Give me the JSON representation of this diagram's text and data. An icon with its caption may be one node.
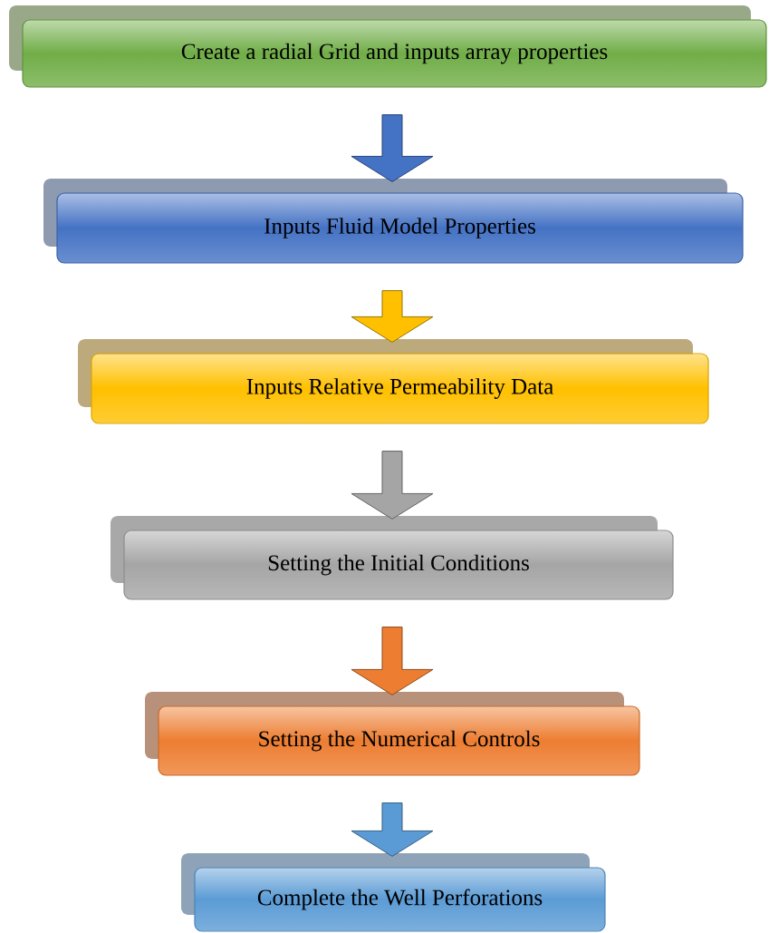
{
  "diagram": {
    "nodes": [
      {
        "text": [
          "Create a radial Grid and inputs array properties"
        ]
      },
      {
        "text": [
          "Inputs Fluid Model Properties"
        ]
      },
      {
        "text": [
          "Inputs Relative Permeability Data"
        ]
      },
      {
        "text": [
          "Setting the Initial Conditions"
        ]
      },
      {
        "text": [
          "Setting the Numerical Controls"
        ]
      },
      {
        "text": [
          "Complete the Well Perforations"
        ]
      }
    ],
    "edges": [
      {
        "from": 0,
        "to": 1,
        "arrow": "to",
        "color": "#4472c4"
      },
      {
        "from": 1,
        "to": 2,
        "arrow": "to",
        "color": "#ffc000"
      },
      {
        "from": 2,
        "to": 3,
        "arrow": "to",
        "color": "#a5a5a5"
      },
      {
        "from": 3,
        "to": 4,
        "arrow": "to",
        "color": "#ed7d31"
      },
      {
        "from": 4,
        "to": 5,
        "arrow": "to",
        "color": "#5b9bd5"
      }
    ]
  }
}
